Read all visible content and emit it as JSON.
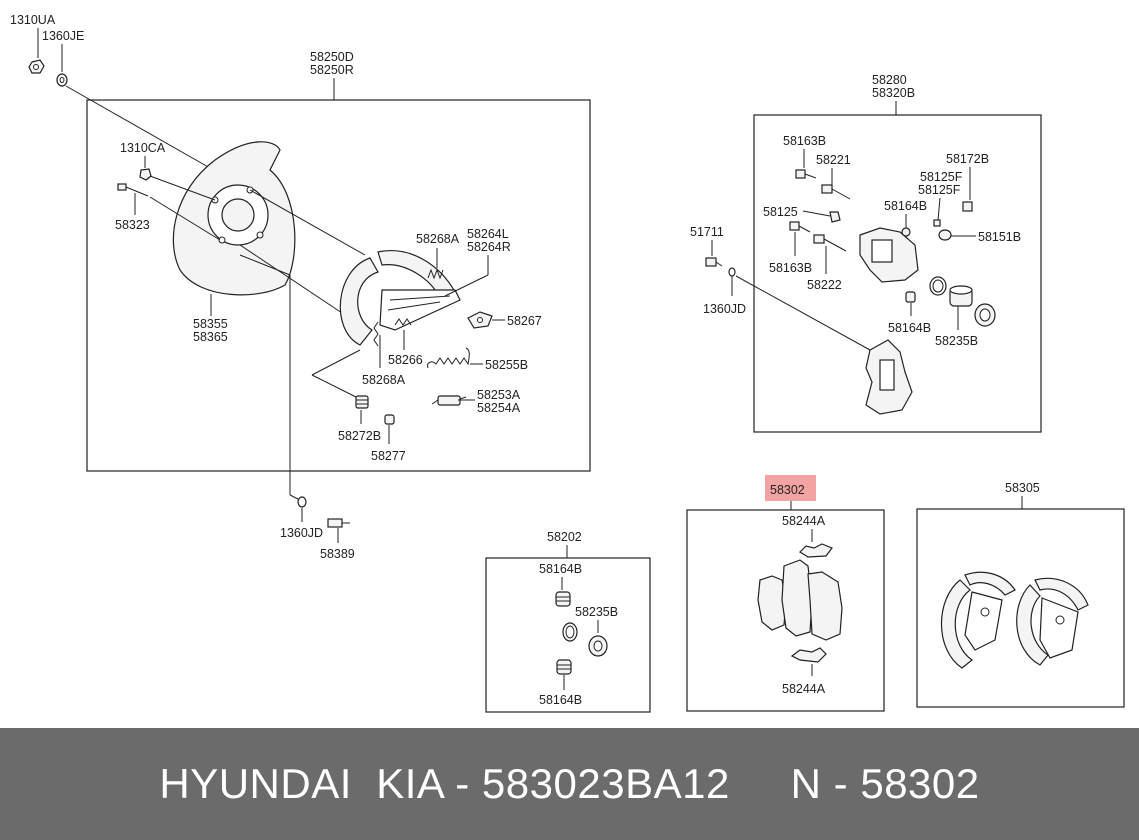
{
  "labels": {
    "l1310UA": "1310UA",
    "l1360JE": "1360JE",
    "l58250D": "58250D",
    "l58250R": "58250R",
    "l1310CA": "1310CA",
    "l58323": "58323",
    "l58355": "58355",
    "l58365": "58365",
    "l58268A_top": "58268A",
    "l58264L": "58264L",
    "l58264R": "58264R",
    "l58267": "58267",
    "l58266": "58266",
    "l58255B": "58255B",
    "l58268A_bot": "58268A",
    "l58253A": "58253A",
    "l58254A": "58254A",
    "l58272B": "58272B",
    "l58277": "58277",
    "l1360JD_left": "1360JD",
    "l58389": "58389",
    "l58280": "58280",
    "l58320B": "58320B",
    "l58163B_top": "58163B",
    "l58221": "58221",
    "l58172B": "58172B",
    "l58125F_a": "58125F",
    "l58125F_b": "58125F",
    "l58125": "58125",
    "l58164B_top": "58164B",
    "l58151B": "58151B",
    "l51711": "51711",
    "l58163B_bot": "58163B",
    "l58222": "58222",
    "l1360JD_right": "1360JD",
    "l58164B_mid": "58164B",
    "l58235B_right": "58235B",
    "l58302": "58302",
    "l58244A_top": "58244A",
    "l58244A_bot": "58244A",
    "l58305": "58305",
    "l58202": "58202",
    "l58164B_kit_top": "58164B",
    "l58235B_kit": "58235B",
    "l58164B_kit_bot": "58164B"
  },
  "colors": {
    "highlight": "#f4a3a3",
    "footer_bg": "#6b6b6b",
    "footer_text": "#ffffff"
  },
  "footer": {
    "text": "HYUNDAI  KIA - 583023BA12     N - 58302"
  }
}
